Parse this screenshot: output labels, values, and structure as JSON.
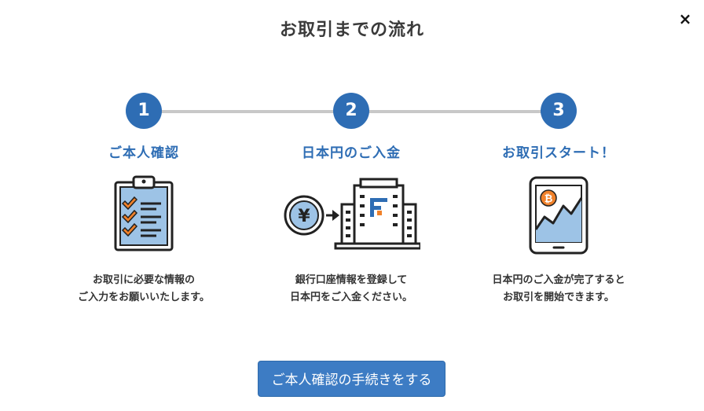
{
  "modal": {
    "title": "お取引までの流れ",
    "close_label": "×"
  },
  "steps": [
    {
      "number": "1",
      "title": "ご本人確認",
      "icon": "clipboard-checklist-icon",
      "description_lines": [
        "お取引に必要な情報の",
        "ご入力をお願いいたします。"
      ]
    },
    {
      "number": "2",
      "title": "日本円のご入金",
      "icon": "yen-to-bank-icon",
      "currency_symbol": "¥",
      "description_lines": [
        "銀行口座情報を登録して",
        "日本円をご入金ください。"
      ]
    },
    {
      "number": "3",
      "title": "お取引スタート！",
      "icon": "tablet-bitcoin-chart-icon",
      "description_lines": [
        "日本円のご入金が完了すると",
        "お取引を開始できます。"
      ]
    }
  ],
  "cta": {
    "label": "ご本人確認の手続きをする"
  },
  "colors": {
    "accent": "#2e6db4",
    "button": "#3d7cc4",
    "illustration_blue": "#9dc3e6",
    "orange": "#f0812a",
    "line": "#c8c8c8",
    "dark": "#222222"
  }
}
